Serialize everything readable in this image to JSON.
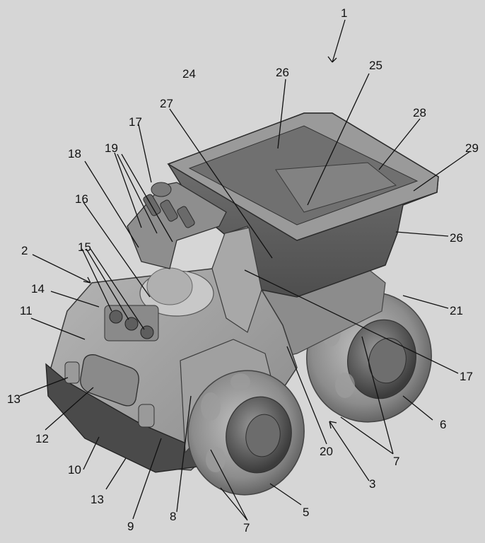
{
  "figure": {
    "subject": "toy dump truck",
    "reference_numerals": [
      "1",
      "2",
      "3",
      "5",
      "6",
      "7",
      "8",
      "9",
      "10",
      "11",
      "12",
      "13",
      "14",
      "15",
      "16",
      "17",
      "18",
      "19",
      "20",
      "21",
      "24",
      "25",
      "26",
      "27",
      "28",
      "29"
    ]
  },
  "labels": {
    "n1": "1",
    "n24": "24",
    "n26a": "26",
    "n25": "25",
    "n27": "27",
    "n28": "28",
    "n17a": "17",
    "n29": "29",
    "n19": "19",
    "n18": "18",
    "n16": "16",
    "n26b": "26",
    "n2": "2",
    "n15": "15",
    "n14": "14",
    "n21": "21",
    "n11": "11",
    "n17b": "17",
    "n13a": "13",
    "n6": "6",
    "n12": "12",
    "n20": "20",
    "n7a": "7",
    "n10": "10",
    "n3": "3",
    "n13b": "13",
    "n8": "8",
    "n5": "5",
    "n9": "9",
    "n7b": "7"
  }
}
